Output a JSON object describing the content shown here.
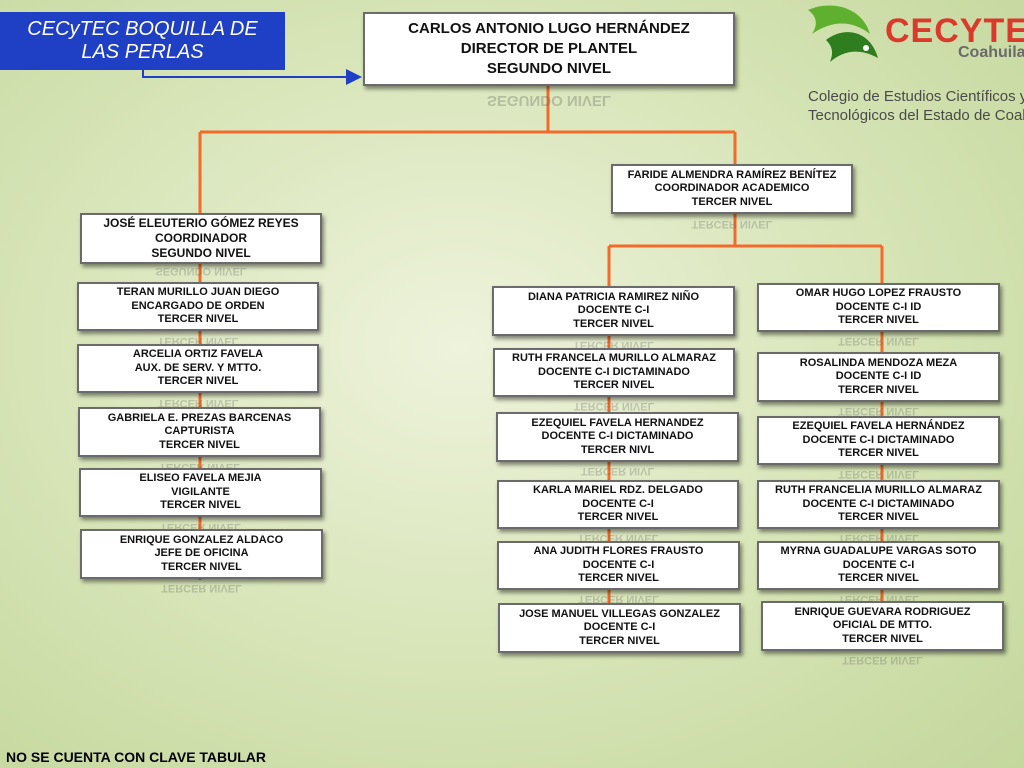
{
  "campus_title": "CECyTEC BOQUILLA DE LAS PERLAS",
  "logo": {
    "name": "CECYTE",
    "state": "Coahuila",
    "line1": "Colegio de Estudios Científicos y",
    "line2": "Tecnológicos del Estado de Coahuila"
  },
  "director": {
    "name": "CARLOS ANTONIO LUGO HERNÁNDEZ",
    "role": "DIRECTOR DE PLANTEL",
    "level": "SEGUNDO NIVEL"
  },
  "coordinator_admin": {
    "name": "JOSÉ ELEUTERIO GÓMEZ REYES",
    "role": "COORDINADOR",
    "level": "SEGUNDO NIVEL"
  },
  "coordinator_academic": {
    "name": "FARIDE ALMENDRA RAMÍREZ BENÍTEZ",
    "role": "COORDINADOR ACADEMICO",
    "level": "TERCER NIVEL"
  },
  "admin_staff": [
    {
      "name": "TERAN MURILLO JUAN DIEGO",
      "role": "ENCARGADO DE ORDEN",
      "level": "TERCER NIVEL"
    },
    {
      "name": "ARCELIA ORTIZ FAVELA",
      "role": "AUX. DE SERV. Y MTTO.",
      "level": "TERCER NIVEL"
    },
    {
      "name": "GABRIELA E. PREZAS BARCENAS",
      "role": "CAPTURISTA",
      "level": "TERCER NIVEL"
    },
    {
      "name": "ELISEO FAVELA MEJIA",
      "role": "VIGILANTE",
      "level": "TERCER NIVEL"
    },
    {
      "name": "ENRIQUE GONZALEZ ALDACO",
      "role": "JEFE DE OFICINA",
      "level": "TERCER NIVEL"
    }
  ],
  "teachers_left": [
    {
      "name": "DIANA PATRICIA RAMIREZ NIÑO",
      "role": "DOCENTE C-I",
      "level": "TERCER NIVEL"
    },
    {
      "name": "RUTH FRANCELA MURILLO ALMARAZ",
      "role": "DOCENTE C-I DICTAMINADO",
      "level": "TERCER NIVEL"
    },
    {
      "name": "EZEQUIEL FAVELA HERNANDEZ",
      "role": "DOCENTE C-I DICTAMINADO",
      "level": "TERCER NIVL"
    },
    {
      "name": "KARLA MARIEL RDZ. DELGADO",
      "role": "DOCENTE C-I",
      "level": "TERCER NIVEL"
    },
    {
      "name": "ANA JUDITH FLORES FRAUSTO",
      "role": "DOCENTE C-I",
      "level": "TERCER NIVEL"
    },
    {
      "name": "JOSE MANUEL VILLEGAS GONZALEZ",
      "role": "DOCENTE C-I",
      "level": "TERCER NIVEL"
    }
  ],
  "teachers_right": [
    {
      "name": "OMAR HUGO LOPEZ FRAUSTO",
      "role": "DOCENTE C-I ID",
      "level": "TERCER NIVEL"
    },
    {
      "name": "ROSALINDA MENDOZA MEZA",
      "role": "DOCENTE C-I ID",
      "level": "TERCER NIVEL"
    },
    {
      "name": "EZEQUIEL FAVELA HERNÁNDEZ",
      "role": "DOCENTE  C-I DICTAMINADO",
      "level": "TERCER NIVEL"
    },
    {
      "name": "RUTH FRANCELIA MURILLO ALMARAZ",
      "role": "DOCENTE C-I DICTAMINADO",
      "level": "TERCER NIVEL"
    },
    {
      "name": "MYRNA GUADALUPE VARGAS SOTO",
      "role": "DOCENTE C-I",
      "level": "TERCER NIVEL"
    },
    {
      "name": "ENRIQUE GUEVARA RODRIGUEZ",
      "role": "OFICIAL DE MTTO.",
      "level": "TERCER NIVEL"
    }
  ],
  "footer_note": "NO SE CUENTA CON CLAVE TABULAR",
  "colors": {
    "connector": "#f26b2a",
    "title_bg": "#1f3fc4",
    "logo_red": "#d93a2b",
    "logo_green": "#5fb02e"
  }
}
